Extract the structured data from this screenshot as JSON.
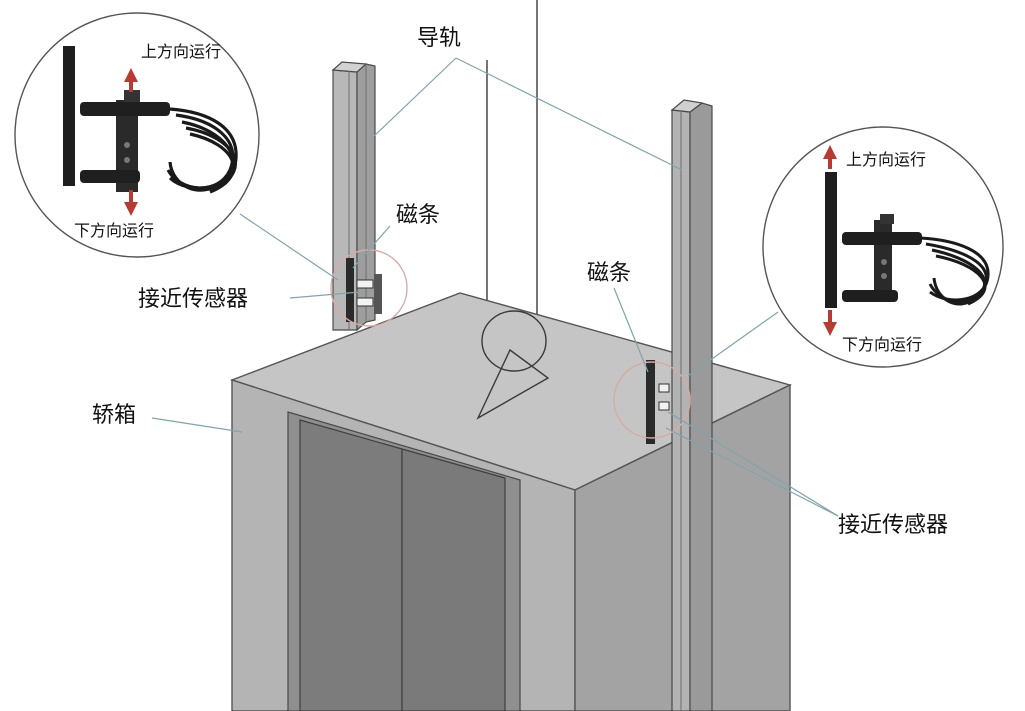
{
  "labels": {
    "guide_rail": "导轨",
    "magnet_strip_left": "磁条",
    "magnet_strip_right": "磁条",
    "proximity_sensor_left": "接近传感器",
    "proximity_sensor_right": "接近传感器",
    "car": "轿箱"
  },
  "insets": {
    "left": {
      "up": "上方向运行",
      "down": "下方向运行"
    },
    "right": {
      "up": "上方向运行",
      "down": "下方向运行"
    }
  },
  "colors": {
    "arrow": "#b83a33",
    "leader": "#7fa5ad",
    "highlight_ring": "#d9a9a5",
    "car_front": "#b4b4b4",
    "car_side": "#a3a3a3",
    "car_top": "#c5c5c5",
    "door": "#7c7c7c",
    "rail": "#a7a7a7"
  },
  "icons": [
    "up-arrow-icon",
    "down-arrow-icon",
    "sensor-cable-icon",
    "pulley-icon"
  ]
}
